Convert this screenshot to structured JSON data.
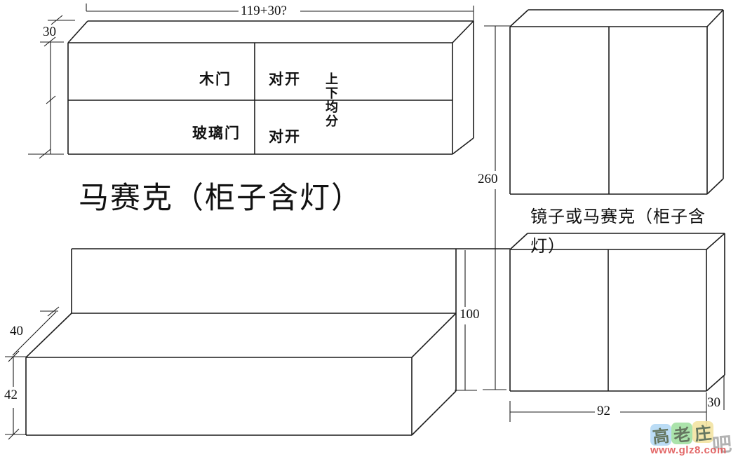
{
  "upper_cabinet": {
    "width_dim": "119+30?",
    "depth_dim": "30",
    "wood_door_label": "木门",
    "wood_door_open_label": "对开",
    "glass_door_label": "玻璃门",
    "glass_door_open_label": "对开",
    "split_note": "上下均分"
  },
  "main_title": "马赛克（柜子含灯）",
  "mirror_cabinets": {
    "height_dim": "260",
    "caption_line1": "镜子或马赛克（柜子含",
    "caption_line2": "灯）",
    "lower_height_dim": "100",
    "width_dim": "92",
    "depth_dim": "30"
  },
  "bench": {
    "depth_dim": "40",
    "seat_height_dim": "42"
  },
  "watermark": {
    "blocks": [
      {
        "char": "高",
        "bg": "#b4d9f4"
      },
      {
        "char": "老",
        "bg": "#a3e0a3"
      },
      {
        "char": "庄",
        "bg": "#f3e4a2"
      }
    ],
    "char_color": "#55684f",
    "suffix": "吧",
    "suffix_color": "#a6a6a6",
    "url": "www.glz8.com",
    "url_color": "#e05858"
  },
  "colors": {
    "line": "#1c1c1c",
    "background": "#ffffff"
  }
}
